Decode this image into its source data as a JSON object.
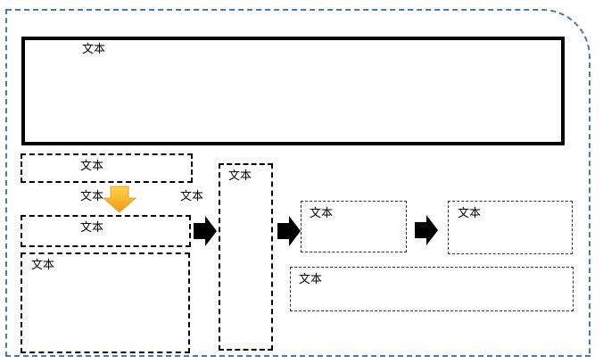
{
  "diagram": {
    "top_box": "文本",
    "left_small_box": "文本",
    "label_left": "文本",
    "label_right": "文本",
    "left_mid_box": "文本",
    "left_bottom_box": "文本",
    "tall_box": "文本",
    "mid_box": "文本",
    "right_box": "文本",
    "wide_bottom_box": "文本"
  },
  "colors": {
    "frame_border": "#4a79ad",
    "down_arrow_fill": "#f7b018",
    "right_arrow_fill": "#000000"
  }
}
